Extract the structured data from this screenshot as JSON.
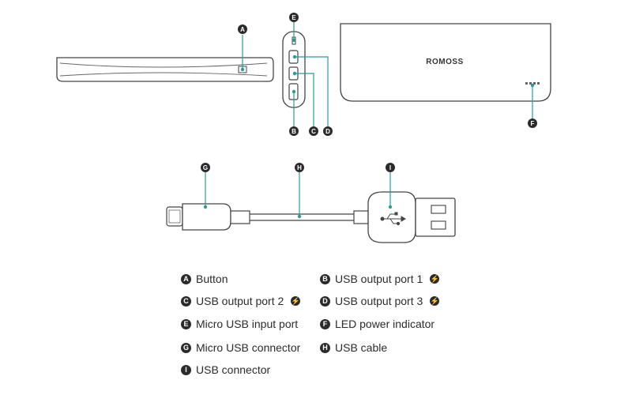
{
  "brand": "ROMOSS",
  "callouts": {
    "A": "A",
    "B": "B",
    "C": "C",
    "D": "D",
    "E": "E",
    "F": "F",
    "G": "G",
    "H": "H",
    "I": "I"
  },
  "legend": [
    {
      "letter": "A",
      "label": "Button",
      "fast_charge": false
    },
    {
      "letter": "B",
      "label": "USB output port 1",
      "fast_charge": true
    },
    {
      "letter": "C",
      "label": "USB output port  2",
      "fast_charge": true
    },
    {
      "letter": "D",
      "label": "USB output port 3",
      "fast_charge": true
    },
    {
      "letter": "E",
      "label": "Micro USB input port",
      "fast_charge": false
    },
    {
      "letter": "F",
      "label": "LED power indicator",
      "fast_charge": false
    },
    {
      "letter": "G",
      "label": "Micro USB connector",
      "fast_charge": false
    },
    {
      "letter": "H",
      "label": "USB cable",
      "fast_charge": false
    },
    {
      "letter": "I",
      "label": "USB connector",
      "fast_charge": false
    }
  ],
  "accent_color": "#2a9a9a",
  "icons": {
    "fast_charge": "lightning-bolt-icon",
    "usb_symbol": "usb-trident-icon"
  }
}
